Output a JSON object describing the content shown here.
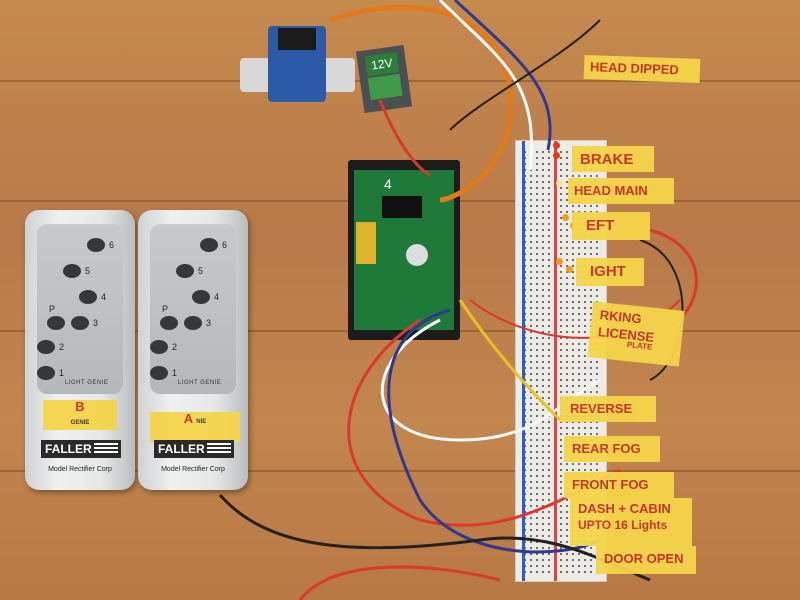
{
  "remote_left": {
    "buttons": [
      "6",
      "5",
      "4",
      "P",
      "3",
      "2",
      "1"
    ],
    "genie_text": "LIGHT GENIE",
    "tape_text": "B",
    "tape_sub": "GENIE",
    "brand": "FALLER",
    "maker": "Model Rectifier Corp"
  },
  "remote_right": {
    "buttons": [
      "6",
      "5",
      "4",
      "P",
      "3",
      "2",
      "1"
    ],
    "genie_text": "LIGHT GENIE",
    "tape_text": "A",
    "tape_sub": "NIE",
    "brand": "FALLER",
    "maker": "Model Rectifier Corp"
  },
  "power_terminal_label": "12V",
  "board_number": "4",
  "labels": {
    "head_dipped": "HEAD DIPPED",
    "brake": "BRAKE",
    "head_main": "HEAD MAIN",
    "left": "EFT",
    "right": "IGHT",
    "parking": "RKING",
    "license": "LICENSE",
    "plate": "PLATE",
    "reverse": "REVERSE",
    "rear_fog": "REAR FOG",
    "front_fog": "FRONT FOG",
    "dash_cabin": "DASH + CABIN",
    "upto": "UPTO 16 Lights",
    "door_open": "DOOR OPEN"
  },
  "colors": {
    "tape": "#f5d54a",
    "marker": "#c9302c",
    "wood": "#c58a4e"
  }
}
